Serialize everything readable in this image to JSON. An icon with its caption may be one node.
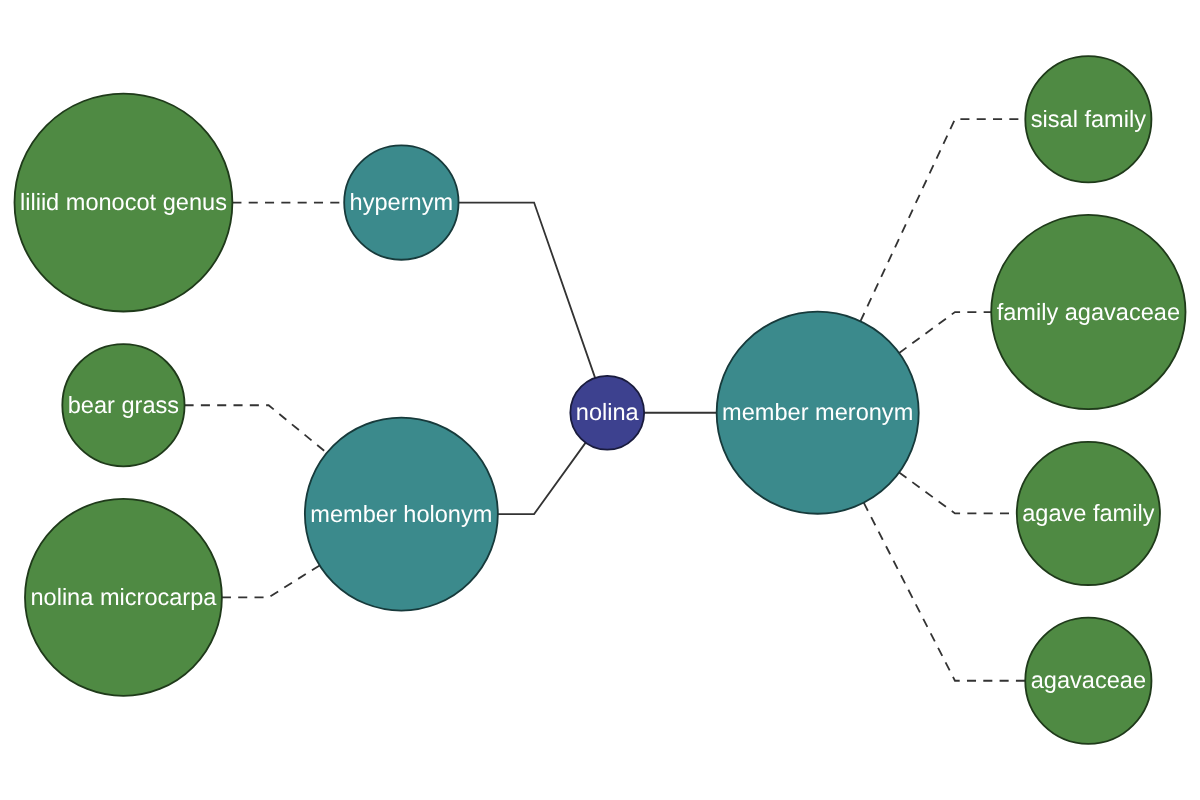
{
  "diagram": {
    "nodes": [
      {
        "text": [
          "liliid monocot genus"
        ]
      },
      {
        "text": [
          "bear grass"
        ]
      },
      {
        "text": [
          "sisal family"
        ]
      },
      {
        "text": [
          "hypernym"
        ]
      },
      {
        "text": [
          "family agavaceae"
        ]
      },
      {
        "text": [
          "nolina microcarpa"
        ]
      },
      {
        "text": [
          "member holonym"
        ]
      },
      {
        "text": [
          "nolina"
        ]
      },
      {
        "text": [
          "member meronym"
        ]
      },
      {
        "text": [
          "agave family"
        ]
      },
      {
        "text": [
          "agavaceae"
        ]
      }
    ],
    "edges": [
      {
        "from": 0,
        "to": 3,
        "arrow": "none",
        "style": "dashed"
      },
      {
        "from": 3,
        "to": 7,
        "arrow": "none"
      },
      {
        "from": 1,
        "to": 6,
        "arrow": "none",
        "style": "dashed"
      },
      {
        "from": 5,
        "to": 6,
        "arrow": "none",
        "style": "dashed"
      },
      {
        "from": 6,
        "to": 7,
        "arrow": "none"
      },
      {
        "from": 7,
        "to": 8,
        "arrow": "none"
      },
      {
        "from": 8,
        "to": 2,
        "arrow": "none",
        "style": "dashed"
      },
      {
        "from": 8,
        "to": 4,
        "arrow": "none",
        "style": "dashed"
      },
      {
        "from": 8,
        "to": 9,
        "arrow": "none",
        "style": "dashed"
      },
      {
        "from": 8,
        "to": 10,
        "arrow": "none",
        "style": "dashed"
      }
    ]
  }
}
